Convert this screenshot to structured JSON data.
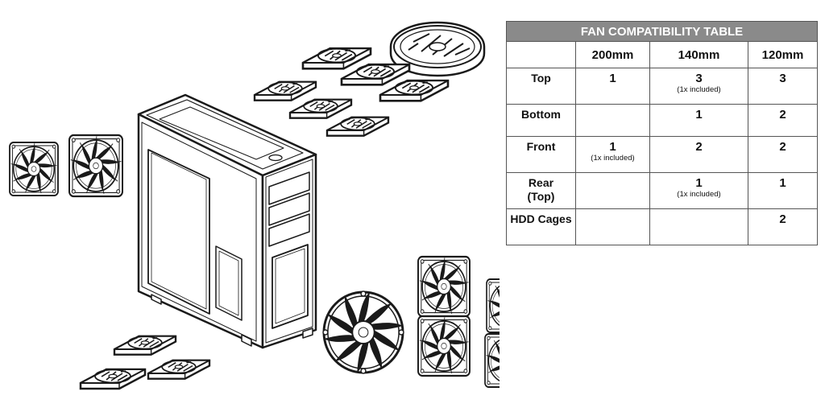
{
  "table": {
    "title": "FAN COMPATIBILITY TABLE",
    "columns": [
      "",
      "200mm",
      "140mm",
      "120mm"
    ],
    "rows": [
      {
        "label": "Top",
        "c200": "1",
        "c200_note": "",
        "c140": "3",
        "c140_note": "(1x included)",
        "c120": "3",
        "c120_note": ""
      },
      {
        "label": "Bottom",
        "c200": "",
        "c200_note": "",
        "c140": "1",
        "c140_note": "",
        "c120": "2",
        "c120_note": ""
      },
      {
        "label": "Front",
        "c200": "1",
        "c200_note": "(1x included)",
        "c140": "2",
        "c140_note": "",
        "c120": "2",
        "c120_note": ""
      },
      {
        "label": "Rear (Top)",
        "c200": "",
        "c200_note": "",
        "c140": "1",
        "c140_note": "(1x included)",
        "c120": "1",
        "c120_note": ""
      },
      {
        "label": "HDD Cages",
        "c200": "",
        "c200_note": "",
        "c140": "",
        "c140_note": "",
        "c120": "2",
        "c120_note": ""
      }
    ]
  },
  "colors": {
    "line": "#1a1a1a",
    "table_header_bg": "#8a8a8a",
    "table_border": "#555555"
  },
  "illustration": {
    "subject": "exploded line drawing of a PC tower case with fan mounting locations",
    "icons": [
      "pc-case-icon",
      "fan-icon"
    ]
  }
}
